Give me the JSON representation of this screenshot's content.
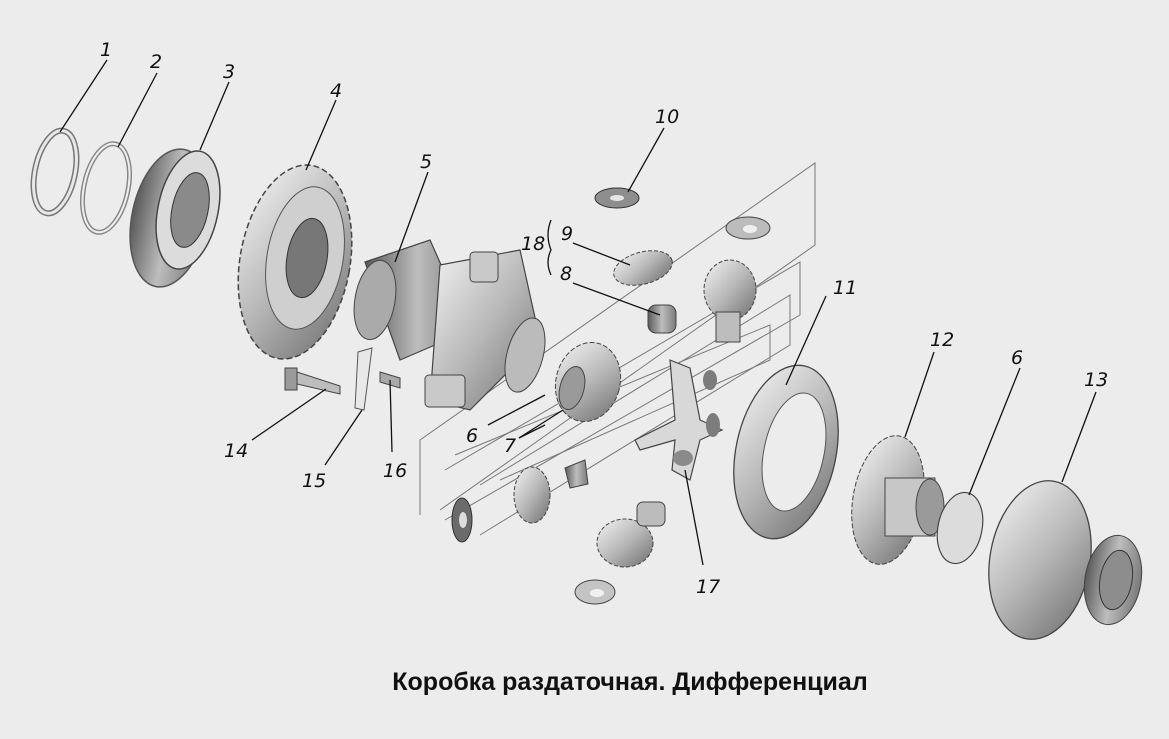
{
  "caption": "Коробка раздаточная. Дифференциал",
  "callouts": {
    "c1": "1",
    "c2": "2",
    "c3": "3",
    "c4": "4",
    "c5": "5",
    "c6a": "6",
    "c6b": "6",
    "c7": "7",
    "c8": "8",
    "c9": "9",
    "c10": "10",
    "c11": "11",
    "c12": "12",
    "c13": "13",
    "c14": "14",
    "c15": "15",
    "c16": "16",
    "c17": "17",
    "c18": "18"
  }
}
